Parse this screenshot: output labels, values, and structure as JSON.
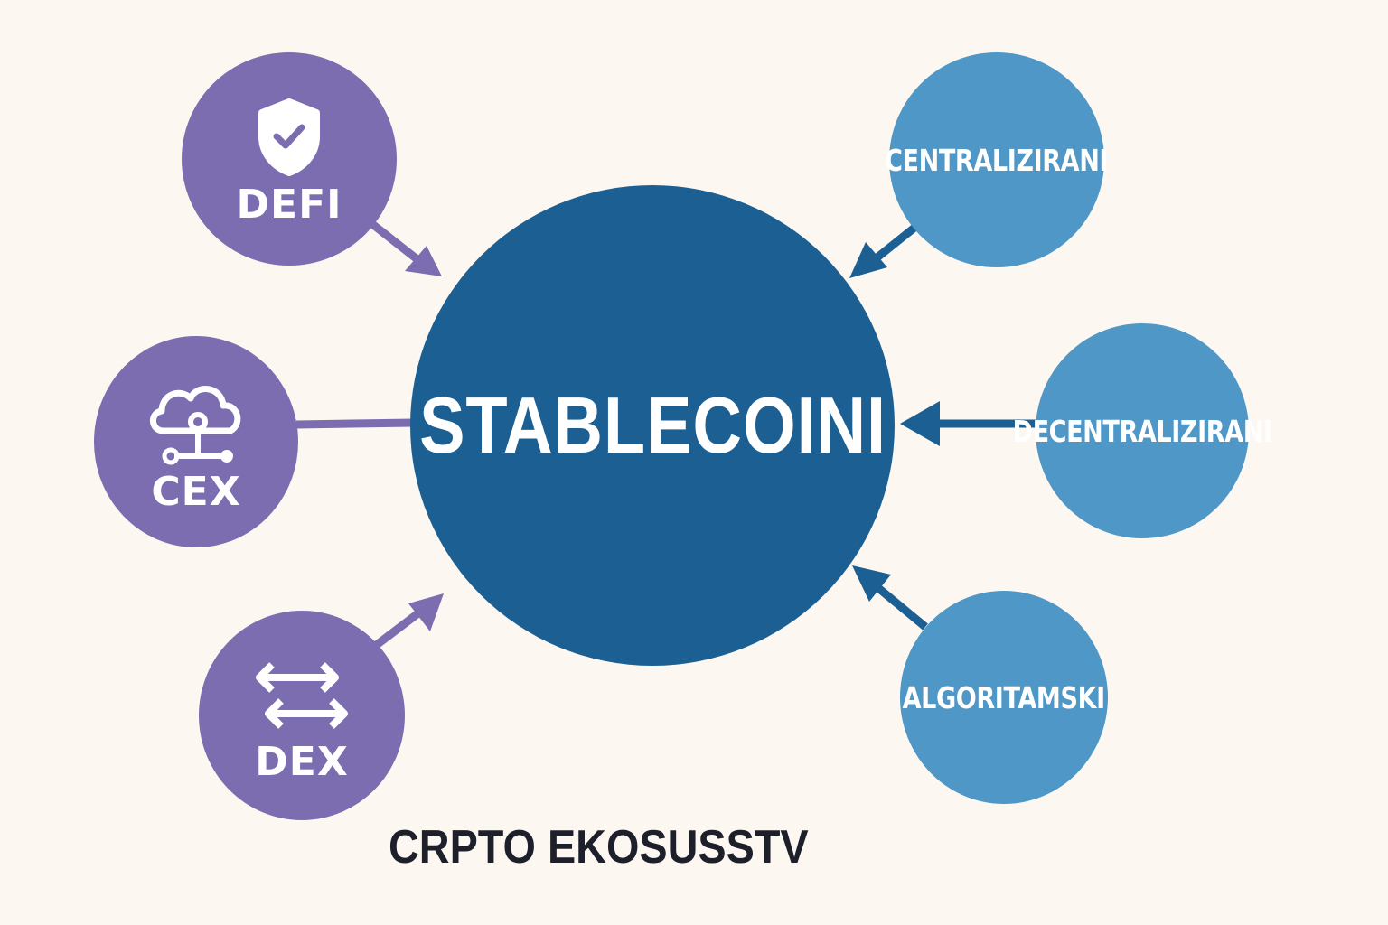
{
  "diagram": {
    "center": {
      "label": "STABLECOINI",
      "color": "#1c5f93"
    },
    "left_nodes": [
      {
        "label": "DEFI",
        "icon": "shield-check-icon",
        "color": "#7c6db1"
      },
      {
        "label": "CEX",
        "icon": "cloud-network-icon",
        "color": "#7c6db1"
      },
      {
        "label": "DEX",
        "icon": "swap-arrows-icon",
        "color": "#7c6db1"
      }
    ],
    "right_nodes": [
      {
        "label": "CENTRALIZIRANI",
        "color": "#4e97c6"
      },
      {
        "label": "DECENTRALIZIRANI",
        "color": "#4e97c6"
      },
      {
        "label": "ALGORITAMSKI",
        "color": "#4e97c6"
      }
    ],
    "footer": "CRPTO EKOSUSSTV"
  }
}
